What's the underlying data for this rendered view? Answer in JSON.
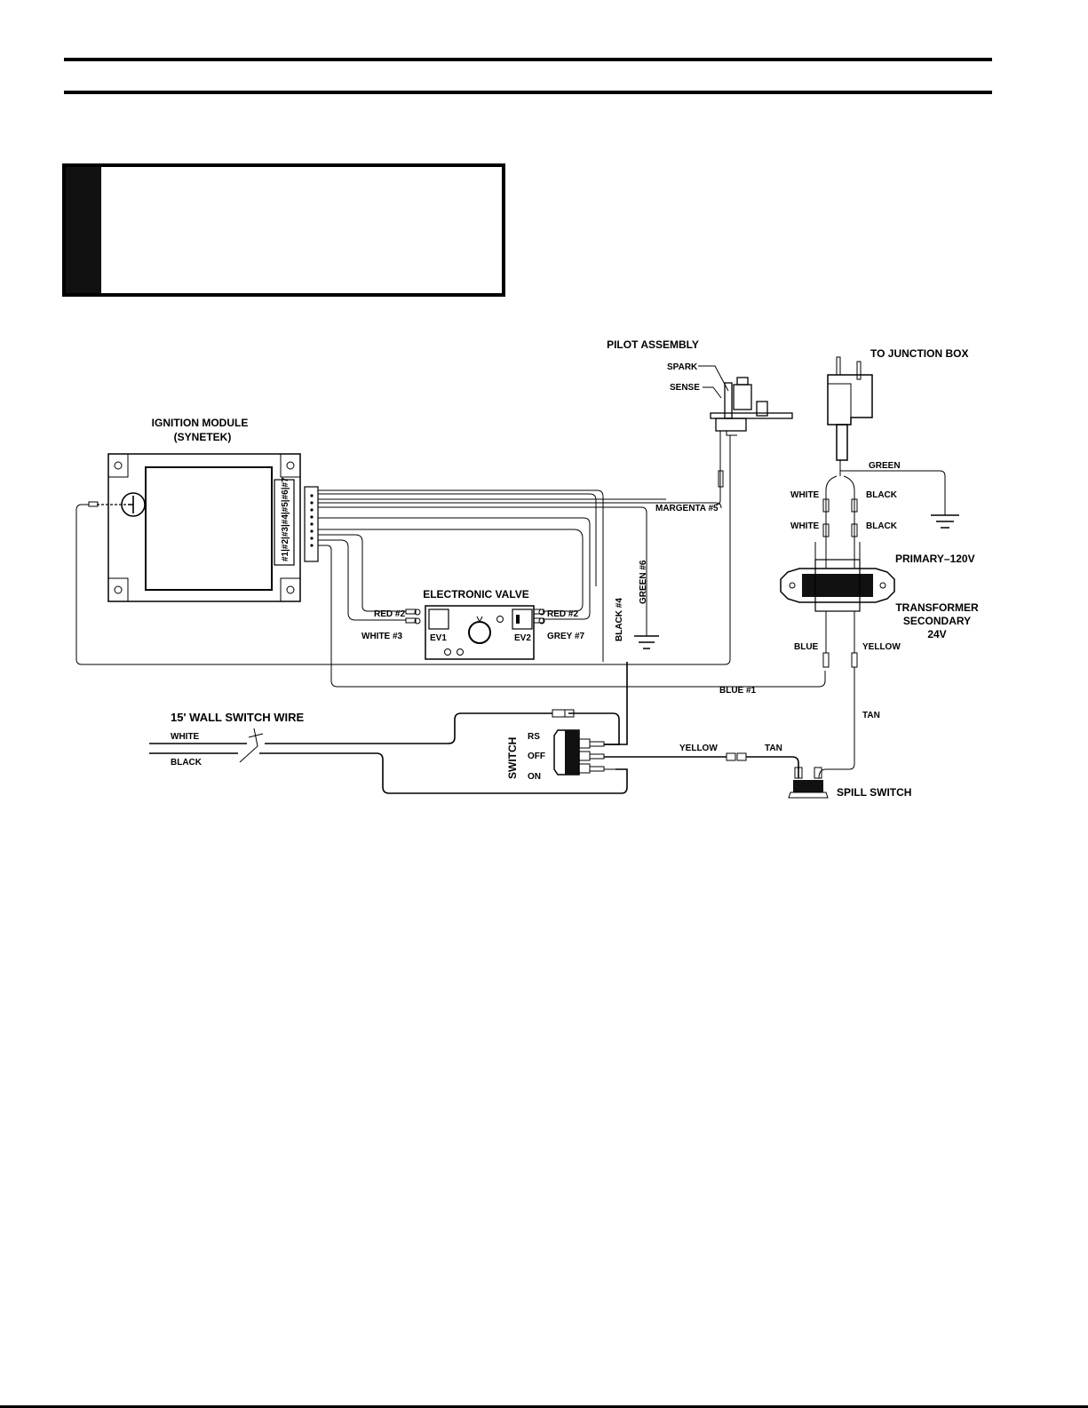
{
  "page": {
    "header_rule_color": "#000000",
    "notice_box": {
      "bar_color": "#111111",
      "text": ""
    }
  },
  "diagram": {
    "pilot_assembly": {
      "title": "PILOT ASSEMBLY",
      "spark": "SPARK",
      "sense": "SENSE"
    },
    "junction_box": {
      "title": "TO JUNCTION BOX",
      "green": "GREEN",
      "white_top": "WHITE",
      "black_top": "BLACK",
      "white_bottom": "WHITE",
      "black_bottom": "BLACK"
    },
    "ignition_module": {
      "title_line1": "IGNITION MODULE",
      "title_line2": "(SYNETEK)",
      "terminal_labels": "#1|#2|#3|#4|#5|#6|#7"
    },
    "transformer": {
      "primary": "PRIMARY–120V",
      "line1": "TRANSFORMER",
      "line2": "SECONDARY",
      "line3": "24V",
      "blue": "BLUE",
      "yellow": "YELLOW"
    },
    "electronic_valve": {
      "title": "ELECTRONIC VALVE",
      "ev1": "EV1",
      "ev2": "EV2",
      "red_left": "RED #2",
      "white_left": "WHITE #3",
      "red_right": "RED #2",
      "grey_right": "GREY #7"
    },
    "wires": {
      "margenta": "MARGENTA #5",
      "green6": "GREEN #6",
      "black4": "BLACK #4",
      "blue1": "BLUE #1",
      "tan_vertical": "TAN",
      "yellow": "YELLOW",
      "tan": "TAN"
    },
    "wall_switch": {
      "title": "15' WALL SWITCH WIRE",
      "white": "WHITE",
      "black": "BLACK"
    },
    "switch": {
      "title": "SWITCH",
      "rs": "RS",
      "off": "OFF",
      "on": "ON"
    },
    "spill_switch": {
      "title": "SPILL SWITCH"
    }
  }
}
